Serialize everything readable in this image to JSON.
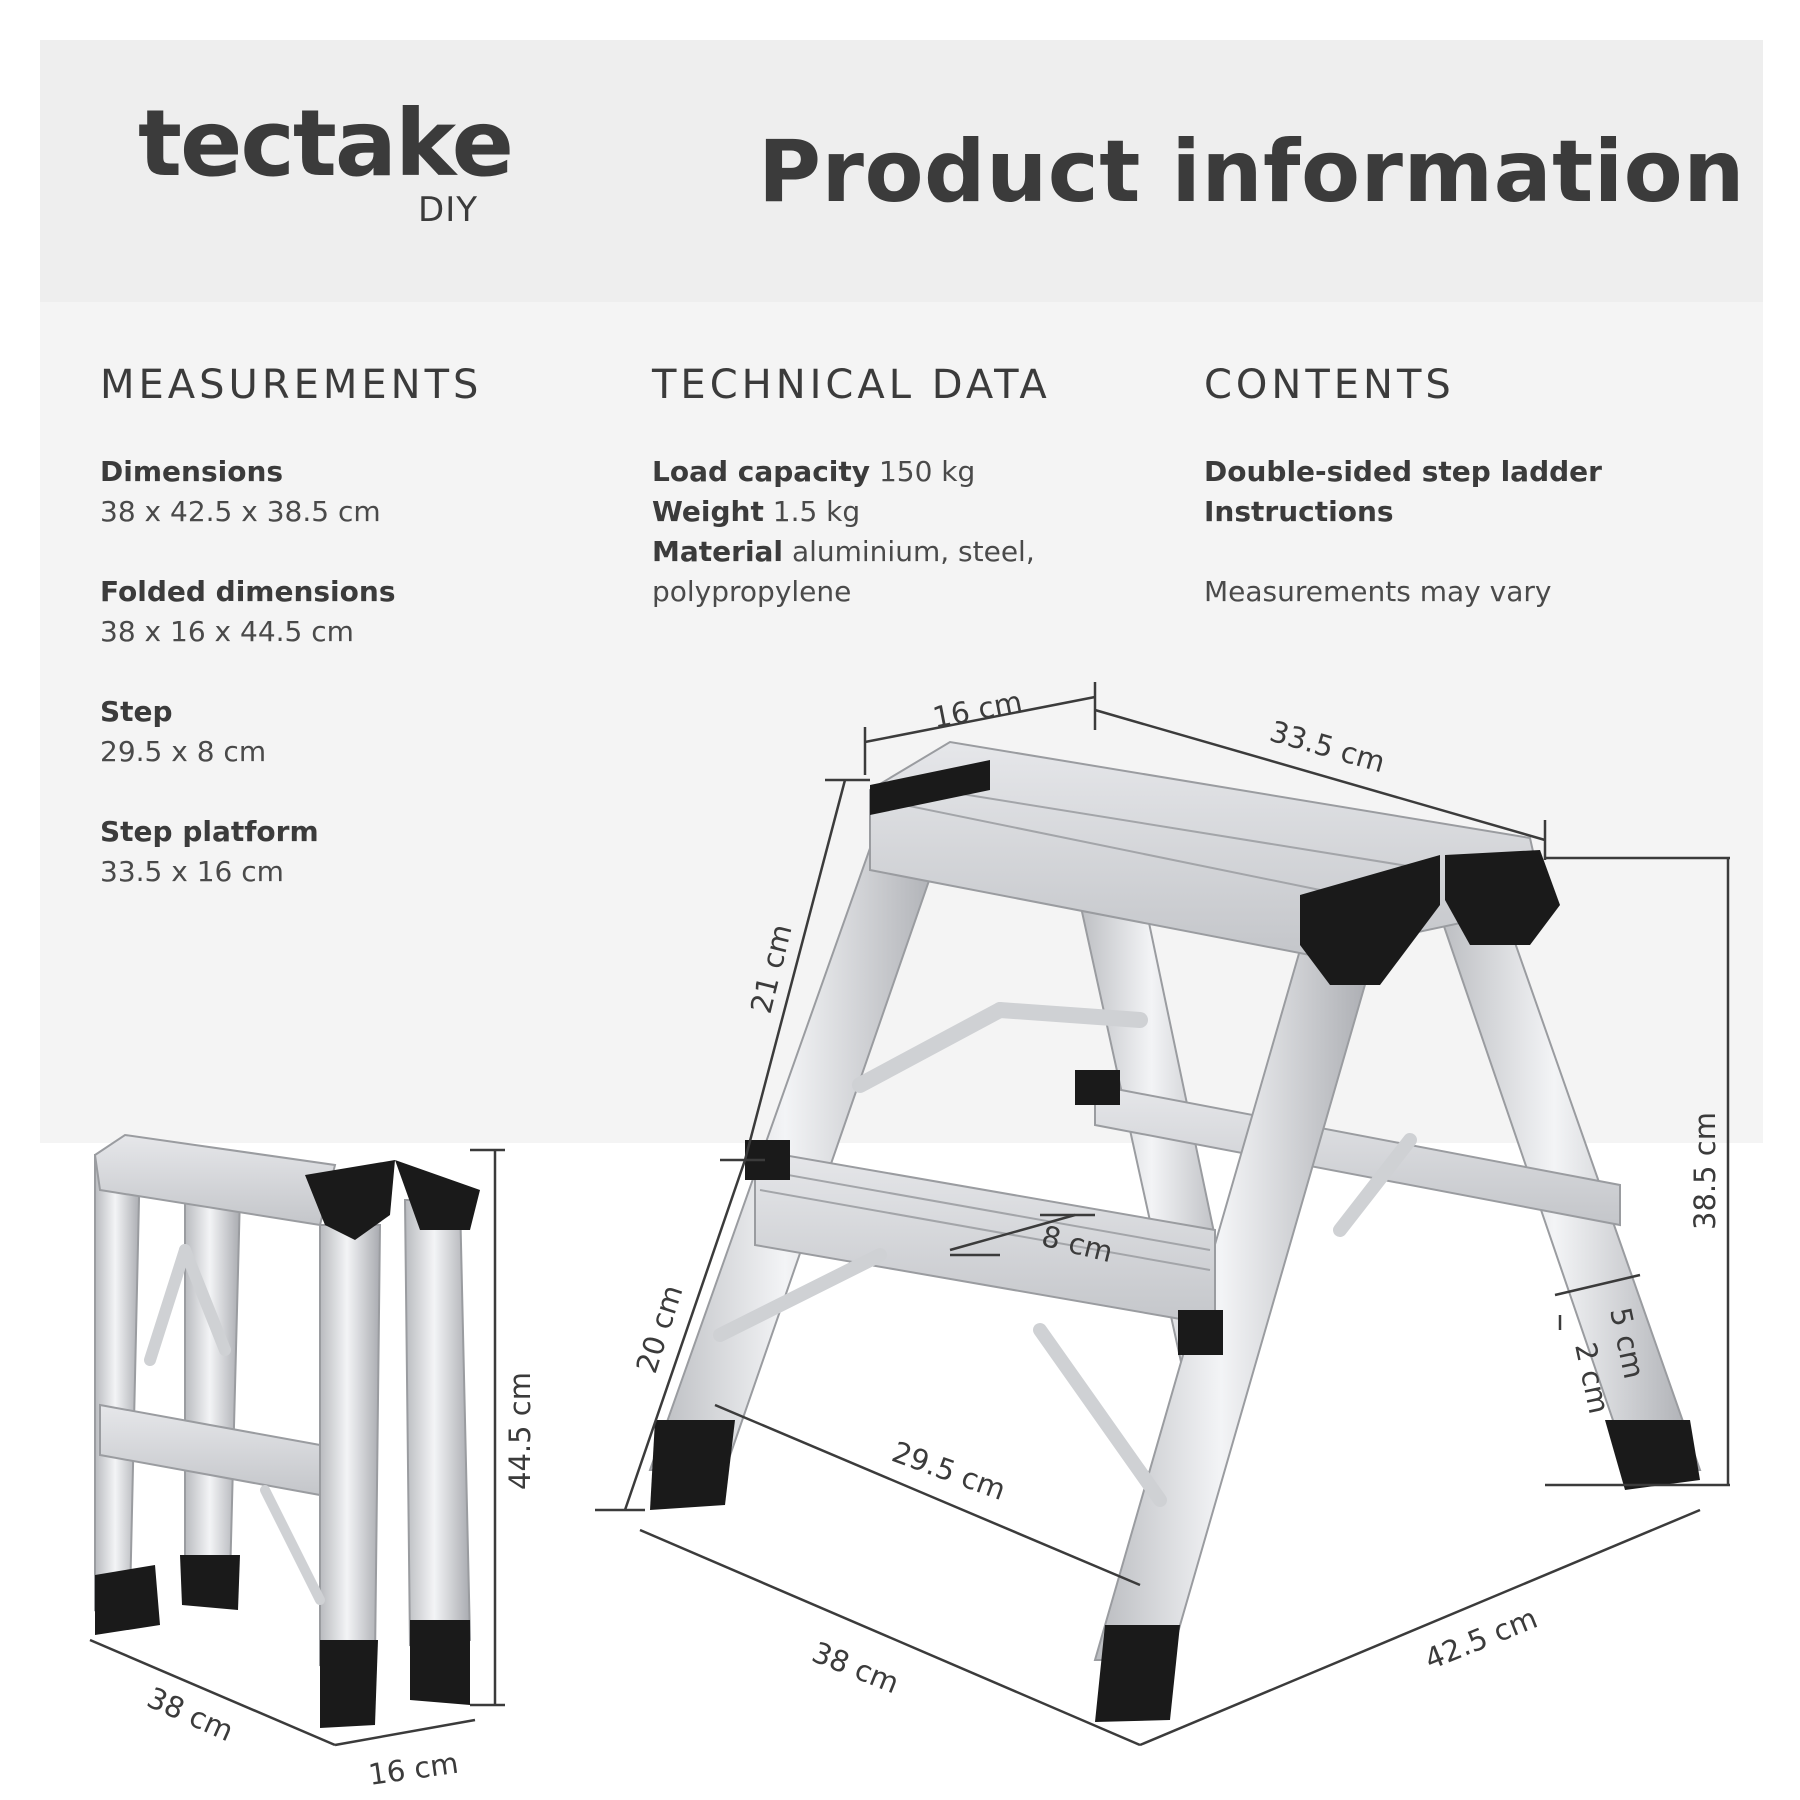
{
  "brand": {
    "name": "tectake",
    "sub": "DIY"
  },
  "title": "Product information",
  "measurements": {
    "heading": "MEASUREMENTS",
    "items": [
      {
        "label": "Dimensions",
        "value": "38 x 42.5 x 38.5 cm"
      },
      {
        "label": "Folded dimensions",
        "value": "38 x 16 x 44.5 cm"
      },
      {
        "label": "Step",
        "value": "29.5 x 8 cm"
      },
      {
        "label": "Step platform",
        "value": "33.5 x 16 cm"
      }
    ]
  },
  "technical": {
    "heading": "TECHNICAL DATA",
    "load_label": "Load capacity",
    "load_value": "150 kg",
    "weight_label": "Weight",
    "weight_value": "1.5 kg",
    "material_label": "Material",
    "material_value": "aluminium, steel,",
    "material_value_2": "polypropylene"
  },
  "contents": {
    "heading": "CONTENTS",
    "items": [
      "Double-sided step ladder",
      "Instructions"
    ],
    "note": "Measurements may vary"
  },
  "dimension_labels": {
    "platform_depth": "16 cm",
    "platform_width": "33.5 cm",
    "upper_leg": "21 cm",
    "lower_leg": "20 cm",
    "step_depth": "8 cm",
    "step_width": "29.5 cm",
    "height": "38.5 cm",
    "foot_a": "5 cm",
    "foot_b": "2 cm",
    "base_width": "38 cm",
    "base_depth": "42.5 cm",
    "folded_height": "44.5 cm",
    "folded_width": "38 cm",
    "folded_depth": "16 cm"
  },
  "colors": {
    "header_bg": "#eeeeee",
    "body_bg": "#f4f4f4",
    "text": "#3b3b3b",
    "aluminium": "#d9dadc",
    "plastic": "#1a1a1a"
  }
}
